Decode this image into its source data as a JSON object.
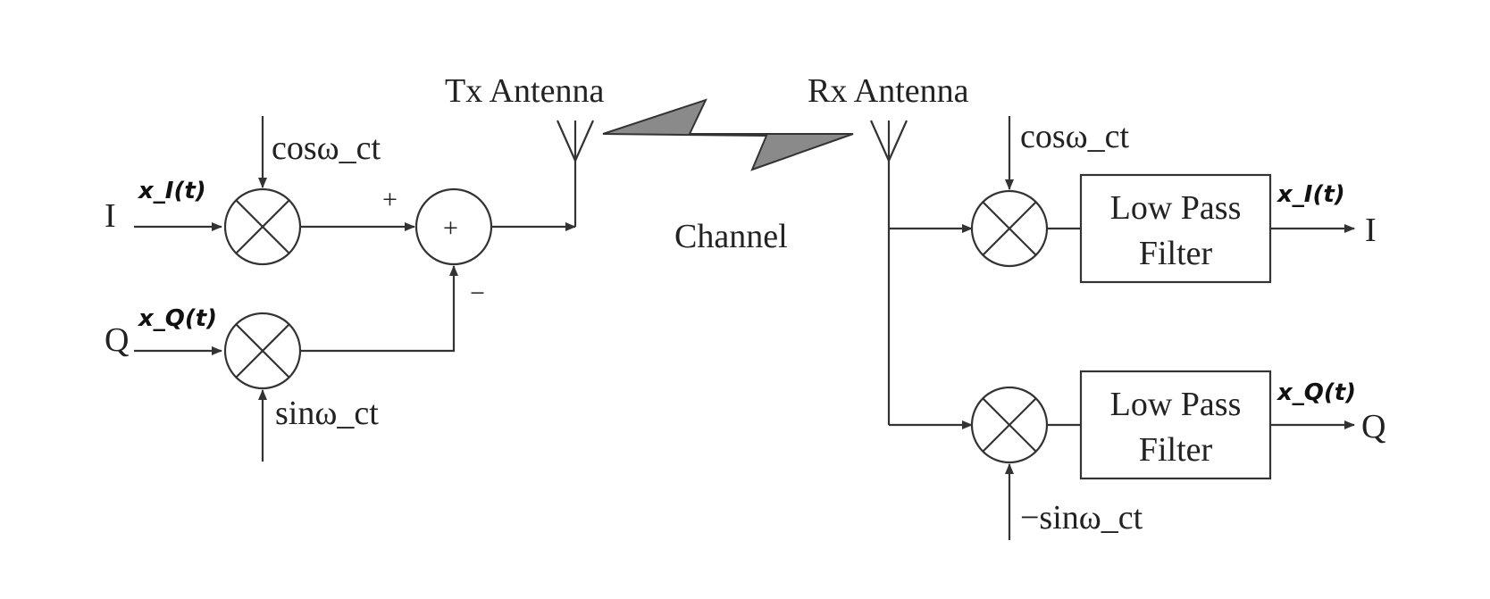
{
  "transmitter": {
    "input_i": "I",
    "input_q": "Q",
    "signal_i": "x_I(t)",
    "signal_q": "x_Q(t)",
    "carrier_cos": "cosω_ct",
    "carrier_sin": "sinω_ct",
    "sum_plus_sign": "+",
    "sum_minus_sign": "−",
    "adder_symbol": "+",
    "antenna_label": "Tx Antenna"
  },
  "channel": {
    "label": "Channel"
  },
  "receiver": {
    "antenna_label": "Rx Antenna",
    "carrier_cos": "cosω_ct",
    "carrier_neg_sin": "−sinω_ct",
    "filter_top_line1": "Low Pass",
    "filter_top_line2": "Filter",
    "filter_bottom_line1": "Low Pass",
    "filter_bottom_line2": "Filter",
    "output_i": "I",
    "output_q": "Q",
    "signal_i_out": "x_I(t)",
    "signal_q_out": "x_Q(t)"
  }
}
